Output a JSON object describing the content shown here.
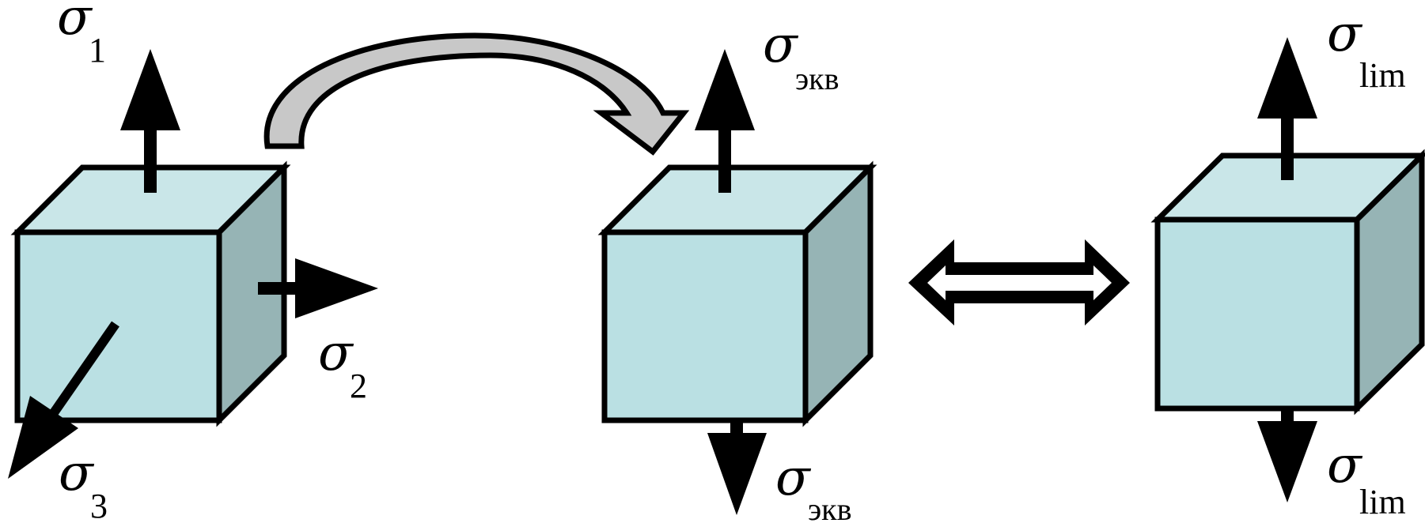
{
  "colors": {
    "cube_front": "#bae0e3",
    "cube_top": "#c9e6e8",
    "cube_side": "#96b4b5",
    "outline": "#000000",
    "curved_arrow_fill": "#c8c8c8",
    "background": "#ffffff"
  },
  "labels": {
    "sigma1": {
      "symbol": "σ",
      "subscript": "1"
    },
    "sigma2": {
      "symbol": "σ",
      "subscript": "2"
    },
    "sigma3": {
      "symbol": "σ",
      "subscript": "3"
    },
    "sigma_eq_top": {
      "symbol": "σ",
      "subscript": "экв"
    },
    "sigma_eq_bottom": {
      "symbol": "σ",
      "subscript": "экв"
    },
    "sigma_lim_top": {
      "symbol": "σ",
      "subscript": "lim"
    },
    "sigma_lim_bottom": {
      "symbol": "σ",
      "subscript": "lim"
    }
  },
  "icons": {
    "transform_arrow": "curved-arrow-icon",
    "equivalence_arrow": "double-headed-hollow-arrow-icon"
  }
}
